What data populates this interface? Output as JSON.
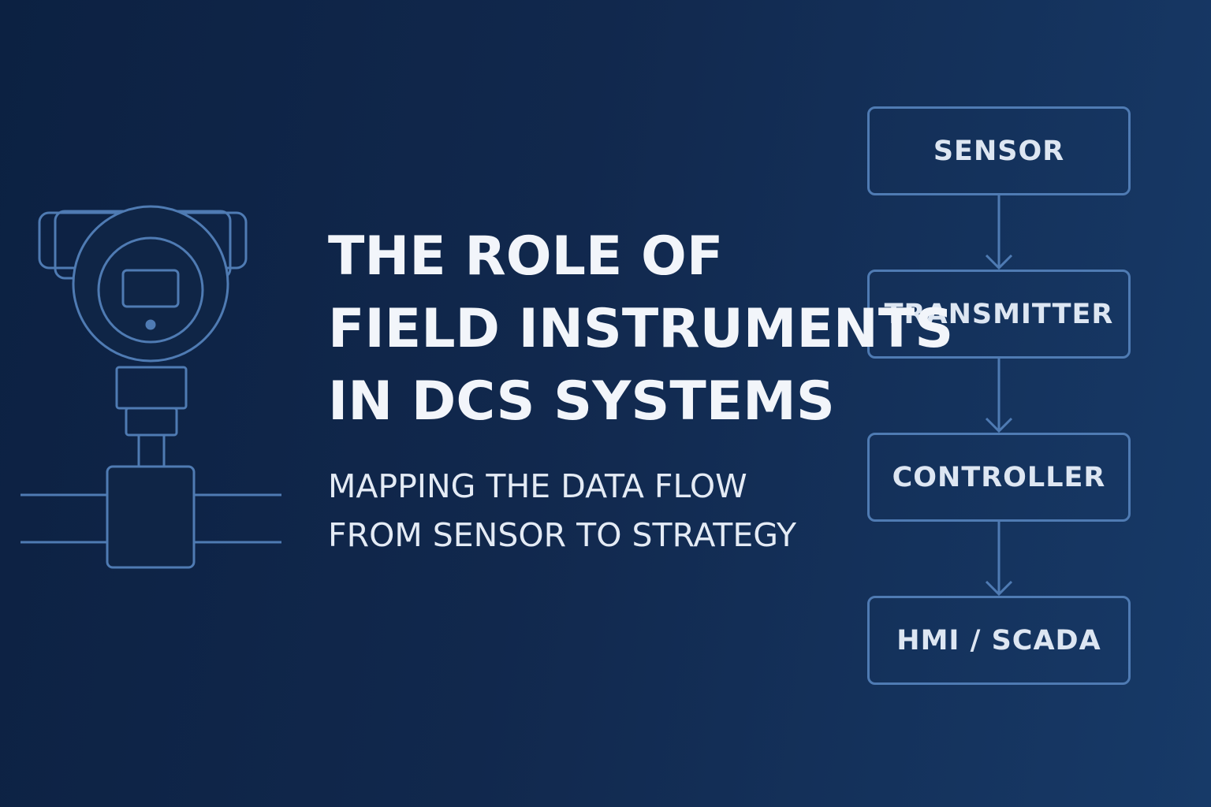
{
  "title": {
    "lines": [
      "THE ROLE OF",
      "FIELD INSTRUMENTS",
      "IN DCS SYSTEMS"
    ]
  },
  "subtitle": {
    "lines": [
      "MAPPING THE DATA FLOW",
      "FROM SENSOR TO STRATEGY"
    ]
  },
  "flow": {
    "steps": [
      "SENSOR",
      "TRANSMITTER",
      "CONTROLLER",
      "HMI / SCADA"
    ]
  },
  "colors": {
    "background": "#11284d",
    "line_art": "#4f7bb3",
    "text": "#f2f5fa"
  },
  "icons": {
    "instrument": "pressure-transmitter-icon",
    "arrow": "arrow-down-icon"
  }
}
